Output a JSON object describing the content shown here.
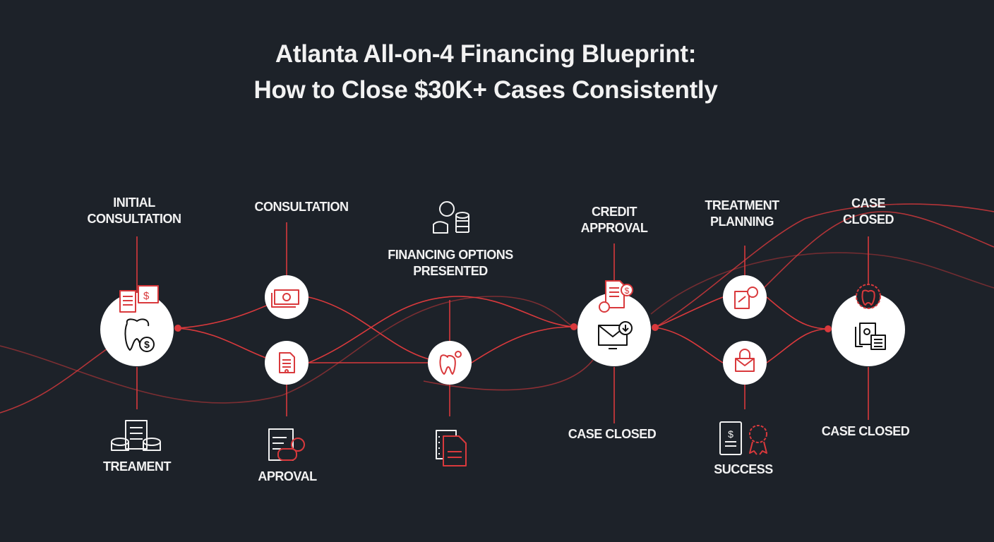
{
  "title": {
    "line1": "Atlanta All-on-4 Financing Blueprint:",
    "line2": "How to Close $30K+ Cases Consistently"
  },
  "colors": {
    "background": "#1d2229",
    "accent": "#d9393c",
    "node": "#ffffff"
  },
  "labels_top": [
    {
      "line1": "INITIAL",
      "line2": "CONSULTATION"
    },
    {
      "line1": "CONSULTATION",
      "line2": ""
    },
    {
      "line1": "FINANCING OPTIONS",
      "line2": "PRESENTED"
    },
    {
      "line1": "CREDIT",
      "line2": "APPROVAL"
    },
    {
      "line1": "TREATMENT",
      "line2": "PLANNING"
    },
    {
      "line1": "CASE",
      "line2": "CLOSED"
    }
  ],
  "labels_bottom": [
    "TREAMENT",
    "APROVAL",
    "CASE CLOSED",
    "SUCCESS",
    "CASE CLOSED"
  ],
  "nodes": [
    {
      "icon": "tooth-dollar-icon"
    },
    {
      "icon": "cash-icon"
    },
    {
      "icon": "contract-document-icon"
    },
    {
      "icon": "tooth-pin-icon"
    },
    {
      "icon": "email-monitor-download-icon"
    },
    {
      "icon": "signature-envelope-icon"
    },
    {
      "icon": "locked-envelope-icon"
    },
    {
      "icon": "files-document-icon"
    }
  ]
}
